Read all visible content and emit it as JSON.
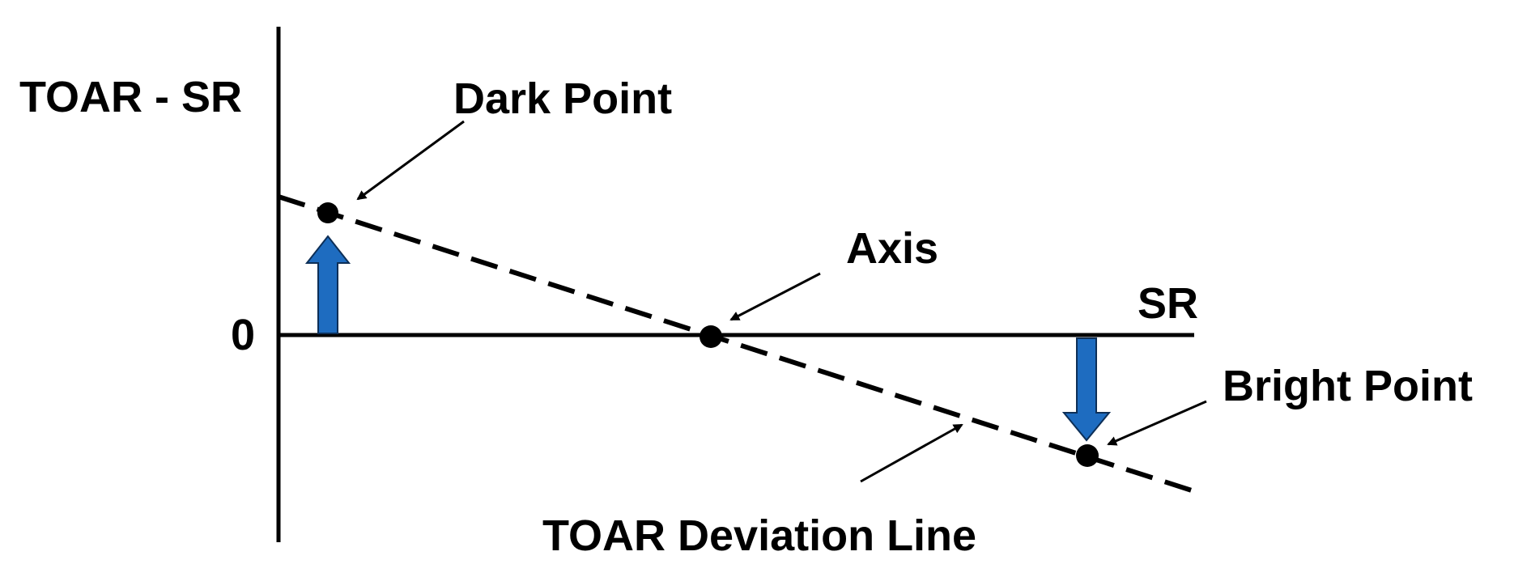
{
  "diagram": {
    "y_axis_label": "TOAR - SR",
    "x_axis_label": "SR",
    "zero_label": "0",
    "dark_point_label": "Dark Point",
    "axis_label": "Axis",
    "bright_point_label": "Bright Point",
    "deviation_line_label": "TOAR Deviation Line",
    "colors": {
      "arrow_fill": "#1e6cc0",
      "arrow_stroke": "#0d2f57",
      "line": "#000000"
    }
  }
}
